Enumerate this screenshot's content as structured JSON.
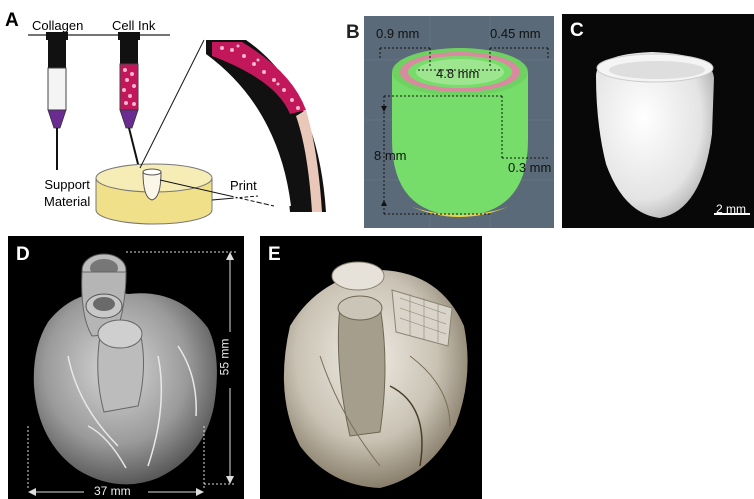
{
  "panels": {
    "a": {
      "label": "A",
      "collagen": "Collagen",
      "cell_ink": "Cell Ink",
      "support_material": "Support\nMaterial",
      "print": "Print"
    },
    "b": {
      "label": "B",
      "dim_outer_wall": "0.9 mm",
      "dim_inner_wall": "0.45 mm",
      "dim_inner_diameter": "4.8 mm",
      "dim_height": "8 mm",
      "dim_base": "0.3 mm"
    },
    "c": {
      "label": "C",
      "scale_bar": "2 mm"
    },
    "d": {
      "label": "D",
      "dim_height": "55 mm",
      "dim_width": "37 mm"
    },
    "e": {
      "label": "E"
    }
  },
  "colors": {
    "ventricle_green": "#77dd6a",
    "ring_pink": "#d98aa0",
    "ventricle_base_yellow": "#e8d24a",
    "cell_ink_red": "#c2185b",
    "needle_purple": "#6a2c91",
    "support_yellow": "#f3e9a6",
    "panel_b_bg": "#5a6a78"
  }
}
